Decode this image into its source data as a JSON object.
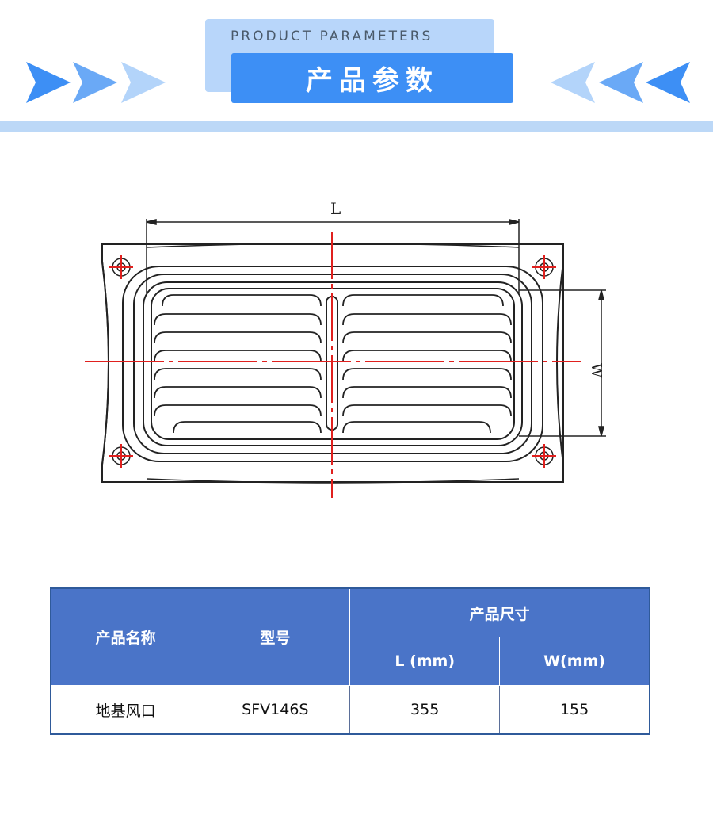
{
  "header": {
    "subtitle": "PRODUCT PARAMETERS",
    "title": "产品参数"
  },
  "drawing": {
    "length_label": "L",
    "width_label": "W"
  },
  "table": {
    "headers": {
      "name": "产品名称",
      "model": "型号",
      "size": "产品尺寸",
      "length": "L (mm)",
      "width": "W(mm)"
    },
    "rows": [
      {
        "name": "地基风口",
        "model": "SFV146S",
        "length": "355",
        "width": "155"
      }
    ]
  },
  "colors": {
    "accent": "#3d8ff5",
    "light_accent": "#b8d6fa",
    "table_header": "#4a74c8",
    "centerline": "#e0201e"
  }
}
